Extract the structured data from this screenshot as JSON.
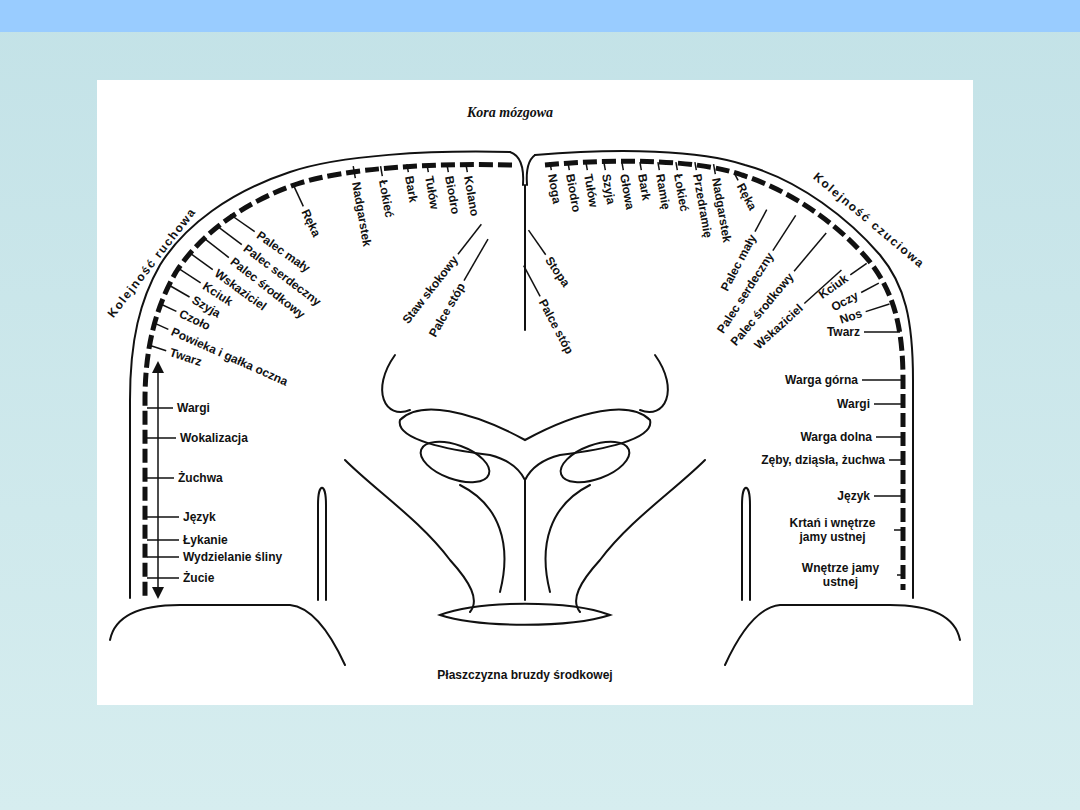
{
  "diagram": {
    "title": "Kora mózgowa",
    "caption": "Płaszczyzna bruzdy środkowej",
    "labels": [
      "Kolejność ruchowa",
      "Kolano",
      "Biodro",
      "Tułów",
      "Bark",
      "Łokieć",
      "Nadgarstek",
      "Ręka",
      "Staw skokowy",
      "Palce stóp",
      "Palec mały",
      "Palec serdeczny",
      "Palec środkowy",
      "Wskaziciel",
      "Kciuk",
      "Szyja",
      "Czoło",
      "Powieka i gałka oczna",
      "Twarz",
      "Wargi",
      "Wokalizacja",
      "Żuchwa",
      "Język",
      "Łykanie",
      "Wydzielanie śliny",
      "Żucie",
      "Kolejność czuciowa",
      "Noga",
      "Biodro",
      "Tułów",
      "Szyja",
      "Głowa",
      "Bark",
      "Ramię",
      "Łokieć",
      "Przedramię",
      "Nadgarstek",
      "Ręka",
      "Stopa",
      "Palce stóp",
      "Palec mały",
      "Palec serdeczny",
      "Palec środkowy",
      "Wskaziciel",
      "Kciuk",
      "Oczy",
      "Nos",
      "Twarz",
      "Warga górna",
      "Wargi",
      "Warga dolna",
      "Zęby, dziąsła, żuchwa",
      "Język",
      "Krtań i wnętrze jamy ustnej",
      "Wnętrze jamy ustnej"
    ]
  }
}
